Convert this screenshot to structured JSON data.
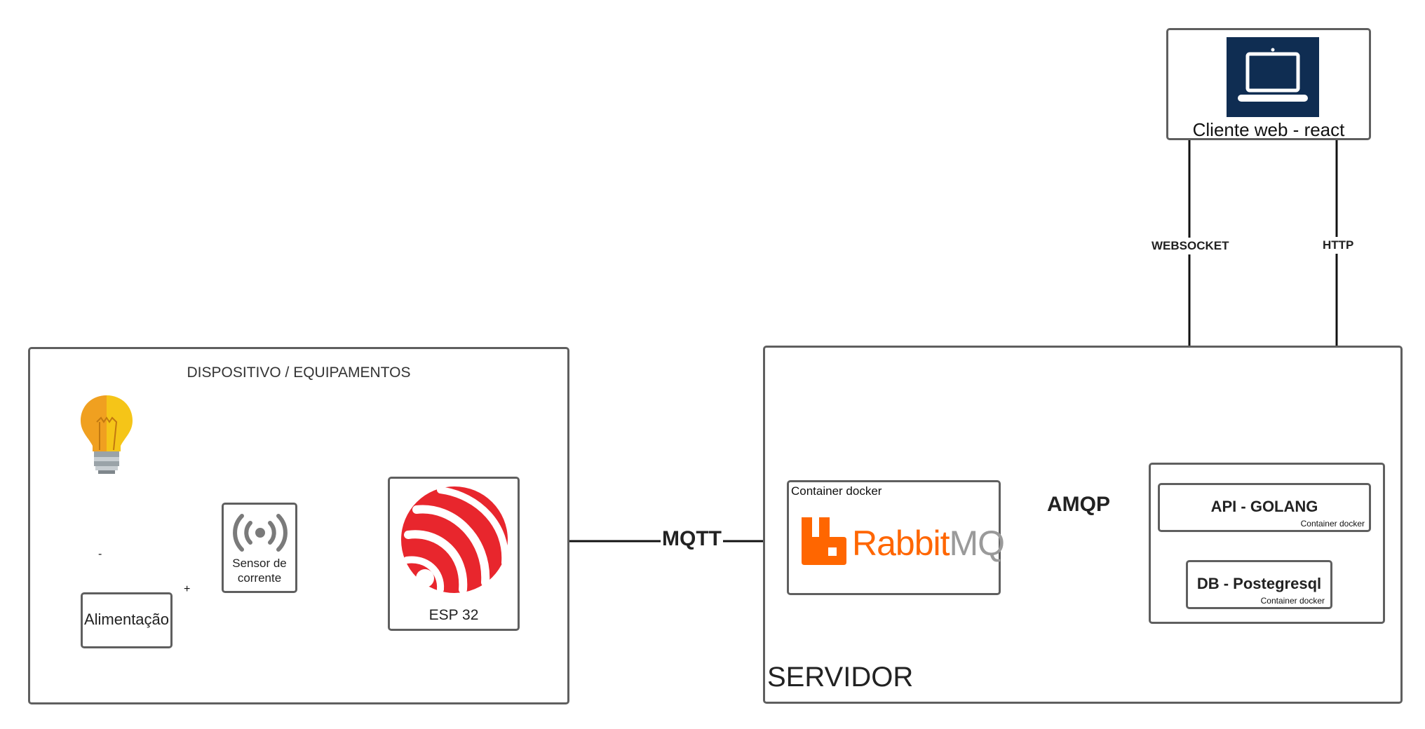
{
  "groups": {
    "device": {
      "title": "DISPOSITIVO / EQUIPAMENTOS"
    },
    "server": {
      "title": "SERVIDOR"
    }
  },
  "nodes": {
    "client": {
      "label": "Cliente web - react",
      "icon": "laptop-icon"
    },
    "alimentacao": {
      "label": "Alimentação"
    },
    "sensor": {
      "line1": "Sensor de",
      "line2": "corrente",
      "icon": "wireless-sensor-icon"
    },
    "esp": {
      "label": "ESP 32",
      "icon": "espressif-logo"
    },
    "rabbit": {
      "caption": "Container docker",
      "logo_text_1": "Rabbit",
      "logo_text_2": "MQ"
    },
    "api": {
      "label": "API - GOLANG",
      "caption": "Container docker"
    },
    "db": {
      "label": "DB - Postegresql",
      "caption": "Container docker"
    },
    "bulb": {
      "icon": "light-bulb-icon"
    }
  },
  "edges": {
    "websocket": "WEBSOCKET",
    "http": "HTTP",
    "mqtt": "MQTT",
    "amqp": "AMQP",
    "minus": "-",
    "plus": "+"
  },
  "colors": {
    "border": "#5f5f5f",
    "red_wire": "#e02020",
    "navy": "#0f2d52",
    "espressif_red": "#e8262d",
    "rabbit_orange": "#ff6600",
    "rabbit_gray": "#9a9a9a",
    "bulb_yellow": "#f5c518",
    "bulb_orange": "#f0a020"
  }
}
